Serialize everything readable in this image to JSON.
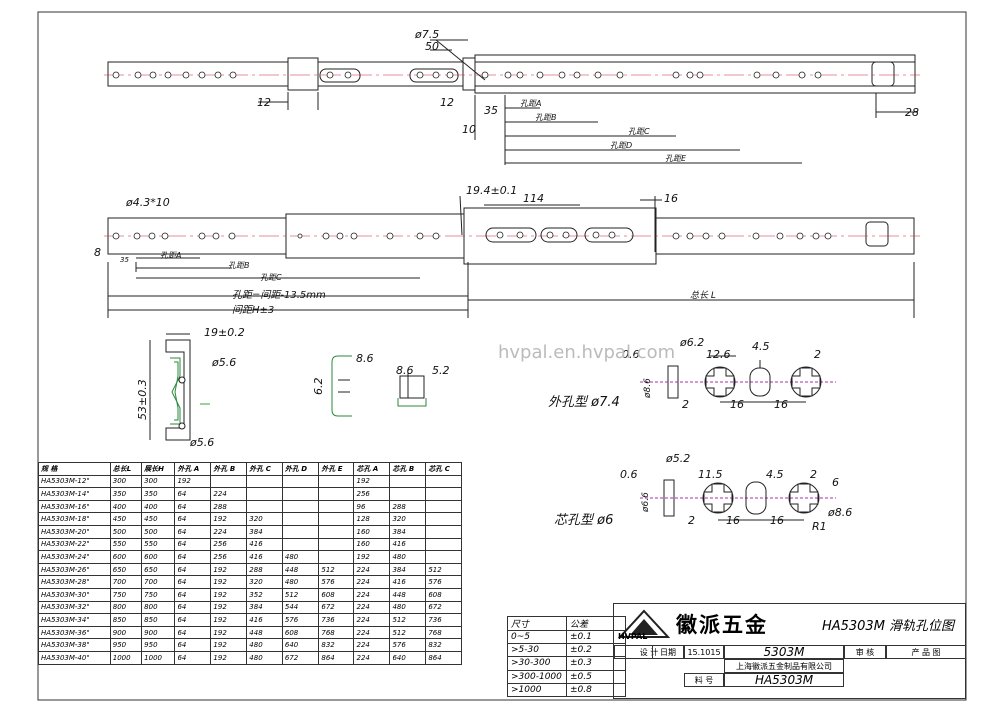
{
  "watermark": "hvpal.en.hvpal.com",
  "top_view": {
    "dims": [
      "ø7.5",
      "50",
      "12",
      "12",
      "35",
      "10",
      "28"
    ],
    "lengths": [
      "孔距A",
      "孔距B",
      "孔距C",
      "孔距D",
      "孔距E"
    ]
  },
  "mid_view": {
    "dims": [
      "ø4.3*10",
      "8",
      "35",
      "19.4±0.1",
      "114",
      "16"
    ],
    "lengths": [
      "孔距A",
      "孔距B",
      "孔距C",
      "孔距=间距-13.5mm",
      "间距H±3",
      "总长 L"
    ]
  },
  "section": {
    "dims": [
      "19±0.2",
      "ø5.6",
      "53±0.3",
      "ø5.6"
    ]
  },
  "clip": {
    "dims": [
      "8.6",
      "6.2",
      "8.6",
      "5.2"
    ]
  },
  "hole_outer": {
    "label": "外孔型 ø7.4",
    "dims": [
      "ø6.2",
      "0.6",
      "12.6",
      "4.5",
      "2",
      "ø8.6",
      "2",
      "16",
      "16"
    ]
  },
  "hole_inner": {
    "label": "芯孔型 ø6",
    "dims": [
      "ø5.2",
      "0.6",
      "11.5",
      "4.5",
      "2",
      "6",
      "ø6.6",
      "2",
      "16",
      "16",
      "ø8.6",
      "R1"
    ]
  },
  "spec_table": {
    "headers": [
      "规 格",
      "总长L",
      "展长H",
      "外孔 A",
      "外孔 B",
      "外孔 C",
      "外孔 D",
      "外孔 E",
      "芯孔 A",
      "芯孔 B",
      "芯孔 C"
    ],
    "rows": [
      [
        "HA5303M-12\"",
        "300",
        "300",
        "192",
        "",
        "",
        "",
        "",
        "192",
        "",
        ""
      ],
      [
        "HA5303M-14\"",
        "350",
        "350",
        "64",
        "224",
        "",
        "",
        "",
        "256",
        "",
        ""
      ],
      [
        "HA5303M-16\"",
        "400",
        "400",
        "64",
        "288",
        "",
        "",
        "",
        "96",
        "288",
        ""
      ],
      [
        "HA5303M-18\"",
        "450",
        "450",
        "64",
        "192",
        "320",
        "",
        "",
        "128",
        "320",
        ""
      ],
      [
        "HA5303M-20\"",
        "500",
        "500",
        "64",
        "224",
        "384",
        "",
        "",
        "160",
        "384",
        ""
      ],
      [
        "HA5303M-22\"",
        "550",
        "550",
        "64",
        "256",
        "416",
        "",
        "",
        "160",
        "416",
        ""
      ],
      [
        "HA5303M-24\"",
        "600",
        "600",
        "64",
        "256",
        "416",
        "480",
        "",
        "192",
        "480",
        ""
      ],
      [
        "HA5303M-26\"",
        "650",
        "650",
        "64",
        "192",
        "288",
        "448",
        "512",
        "224",
        "384",
        "512"
      ],
      [
        "HA5303M-28\"",
        "700",
        "700",
        "64",
        "192",
        "320",
        "480",
        "576",
        "224",
        "416",
        "576"
      ],
      [
        "HA5303M-30\"",
        "750",
        "750",
        "64",
        "192",
        "352",
        "512",
        "608",
        "224",
        "448",
        "608"
      ],
      [
        "HA5303M-32\"",
        "800",
        "800",
        "64",
        "192",
        "384",
        "544",
        "672",
        "224",
        "480",
        "672"
      ],
      [
        "HA5303M-34\"",
        "850",
        "850",
        "64",
        "192",
        "416",
        "576",
        "736",
        "224",
        "512",
        "736"
      ],
      [
        "HA5303M-36\"",
        "900",
        "900",
        "64",
        "192",
        "448",
        "608",
        "768",
        "224",
        "512",
        "768"
      ],
      [
        "HA5303M-38\"",
        "950",
        "950",
        "64",
        "192",
        "480",
        "640",
        "832",
        "224",
        "576",
        "832"
      ],
      [
        "HA5303M-40\"",
        "1000",
        "1000",
        "64",
        "192",
        "480",
        "672",
        "864",
        "224",
        "640",
        "864"
      ]
    ]
  },
  "tolerance": {
    "headers": [
      "尺寸",
      "公差"
    ],
    "rows": [
      [
        "0~5",
        "±0.1"
      ],
      [
        ">5-30",
        "±0.2"
      ],
      [
        ">30-300",
        "±0.3"
      ],
      [
        ">300-1000",
        "±0.5"
      ],
      [
        ">1000",
        "±0.8"
      ]
    ]
  },
  "title_block": {
    "logo_text": "HVPAL",
    "brand": "徽派五金",
    "model_title": "HA5303M 滑轨孔位图",
    "designer_label": "设 计",
    "date_label": "日期",
    "date": "15.1015",
    "part": "5303M",
    "check_label": "审 核",
    "product_label": "产 品 图",
    "company": "上海徽派五金制品有限公司",
    "part_no_label": "料 号",
    "part_no": "HA5303M"
  }
}
